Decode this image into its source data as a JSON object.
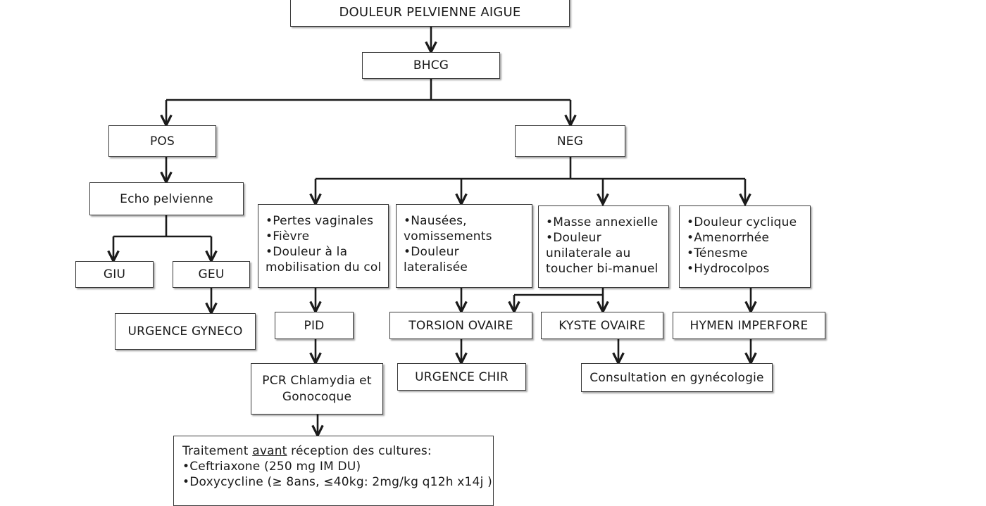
{
  "nodes": {
    "douleur": "DOULEUR PELVIENNE AIGUE",
    "bhcg": "BHCG",
    "pos": "POS",
    "neg": "NEG",
    "echo": "Echo pelvienne",
    "giu": "GIU",
    "geu": "GEU",
    "urgence_gyneco": "URGENCE GYNECO",
    "col1": [
      "•Pertes vaginales",
      "•Fièvre",
      "•Douleur à la",
      "mobilisation du col"
    ],
    "col2": [
      "•Nausées,",
      "vomissements",
      "•Douleur",
      "lateralisée"
    ],
    "col3": [
      "•Masse annexielle",
      "•Douleur",
      "unilaterale au",
      "toucher bi-manuel"
    ],
    "col4": [
      "•Douleur cyclique",
      "•Amenorrhée",
      "•Ténesme",
      "•Hydrocolpos"
    ],
    "pid": "PID",
    "torsion": "TORSION OVAIRE",
    "kyste": "KYSTE OVAIRE",
    "hymen": "HYMEN IMPERFORE",
    "pcr": [
      "PCR Chlamydia et",
      "Gonocoque"
    ],
    "urgence_chir": "URGENCE CHIR",
    "consultation": "Consultation en gynécologie",
    "traitement": {
      "prefix": "Traitement ",
      "underlined": "avant",
      "suffix": " réception des cultures:",
      "line2": "•Ceftriaxone (250 mg IM DU)",
      "line3": "•Doxycycline (≥ 8ans, ≤40kg: 2mg/kg q12h x14j )"
    }
  }
}
